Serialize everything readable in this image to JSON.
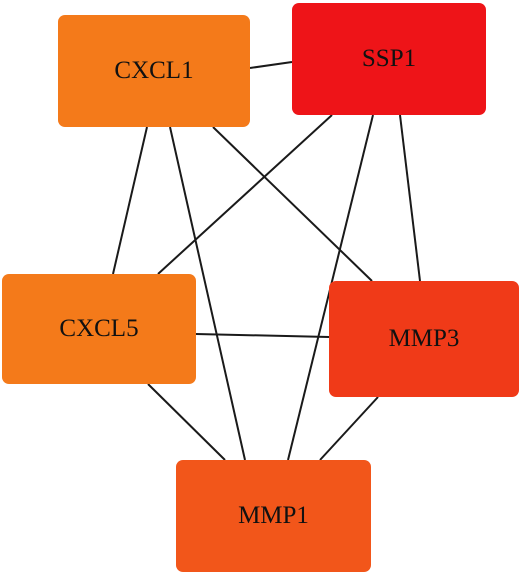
{
  "nodes": [
    {
      "id": "cxcl1",
      "label": "CXCL1",
      "color": "#f47a1a"
    },
    {
      "id": "ssp1",
      "label": "SSP1",
      "color": "#ee1418"
    },
    {
      "id": "cxcl5",
      "label": "CXCL5",
      "color": "#f47a1a"
    },
    {
      "id": "mmp3",
      "label": "MMP3",
      "color": "#f03a18"
    },
    {
      "id": "mmp1",
      "label": "MMP1",
      "color": "#f2561a"
    }
  ],
  "edges": [
    {
      "from": "cxcl1",
      "to": "ssp1"
    },
    {
      "from": "cxcl1",
      "to": "cxcl5"
    },
    {
      "from": "cxcl1",
      "to": "mmp3"
    },
    {
      "from": "cxcl1",
      "to": "mmp1"
    },
    {
      "from": "ssp1",
      "to": "cxcl5"
    },
    {
      "from": "ssp1",
      "to": "mmp3"
    },
    {
      "from": "ssp1",
      "to": "mmp1"
    },
    {
      "from": "cxcl5",
      "to": "mmp3"
    },
    {
      "from": "cxcl5",
      "to": "mmp1"
    },
    {
      "from": "mmp3",
      "to": "mmp1"
    }
  ],
  "edge_color": "#1a1a1a"
}
